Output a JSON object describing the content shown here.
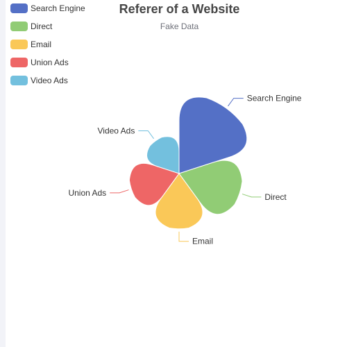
{
  "chart_data": {
    "type": "pie",
    "rose_type": "radius",
    "title": "Referer of a Website",
    "subtitle": "Fake Data",
    "legend_position": "top-left",
    "slices": [
      {
        "name": "Search Engine",
        "value": 1048,
        "color": "#5470c6"
      },
      {
        "name": "Direct",
        "value": 735,
        "color": "#91cc75"
      },
      {
        "name": "Email",
        "value": 580,
        "color": "#fac858"
      },
      {
        "name": "Union Ads",
        "value": 484,
        "color": "#ee6666"
      },
      {
        "name": "Video Ads",
        "value": 300,
        "color": "#73c0de"
      }
    ]
  }
}
